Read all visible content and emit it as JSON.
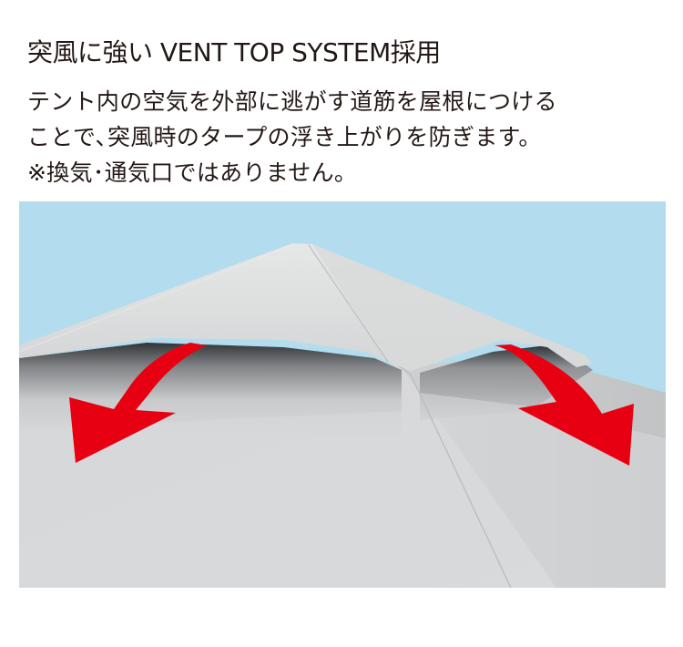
{
  "headline": {
    "text": "突風に強い VENT TOP SYSTEM採用"
  },
  "description": {
    "lines": [
      "テント内の空気を外部に逃がす道筋を屋根につける",
      "ことで､突風時のタープの浮き上がりを防ぎます。",
      "※換気･通気口ではありません。"
    ]
  },
  "photo": {
    "subject": "tent-roof-vent-top-closeup",
    "sky_color": "#b3dcef",
    "tent_color": "#d9dadb",
    "arrow_color": "#e60012",
    "arrows": [
      {
        "name": "left-airflow-arrow",
        "direction": "down-left"
      },
      {
        "name": "right-airflow-arrow",
        "direction": "down-right"
      }
    ]
  }
}
